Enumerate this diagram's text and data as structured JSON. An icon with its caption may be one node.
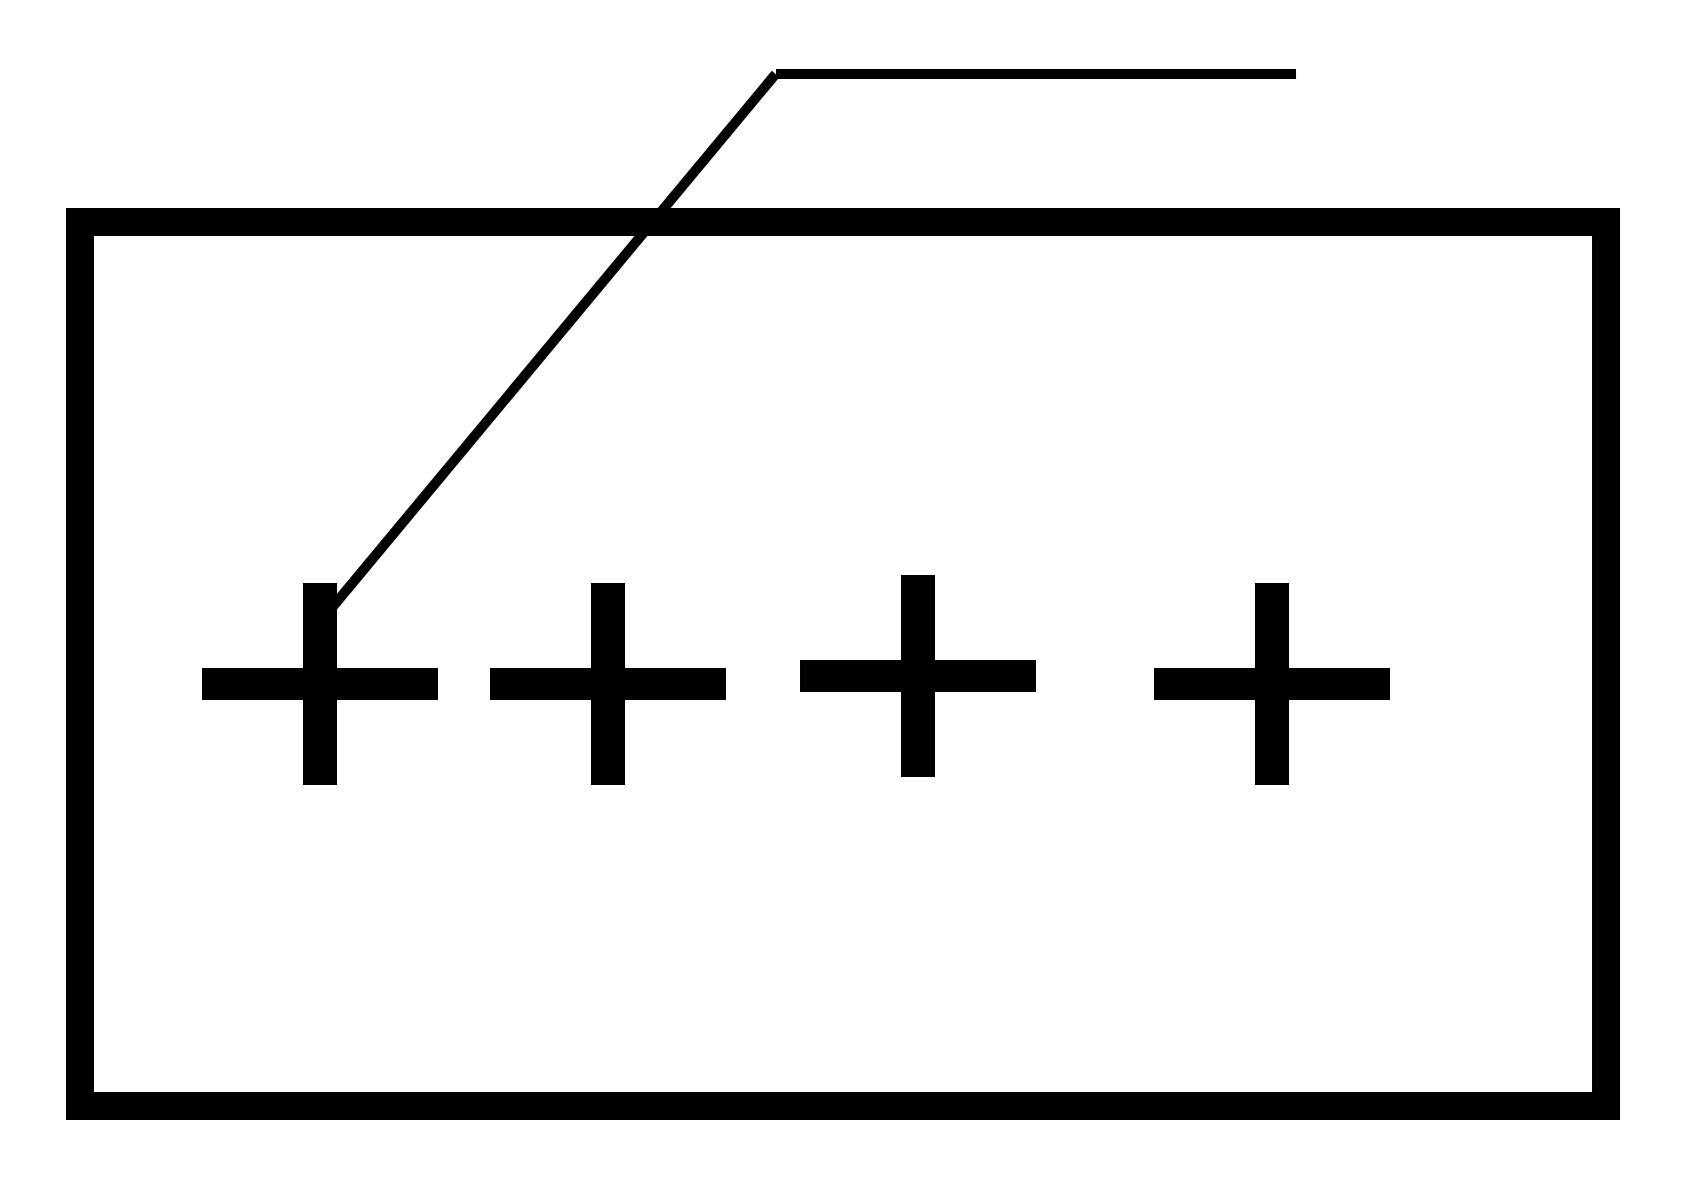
{
  "diagram": {
    "nodes": [
      {
        "text": [],
        "shape": "box"
      },
      {
        "text": [],
        "shape": "plus",
        "in": 0
      },
      {
        "text": [],
        "shape": "plus",
        "in": 0
      },
      {
        "text": [],
        "shape": "plus",
        "in": 0
      },
      {
        "text": [],
        "shape": "plus",
        "in": 0
      },
      {
        "text": [],
        "shape": "line"
      }
    ],
    "edges": [
      {
        "from": 5,
        "to": 1,
        "arrow": "none"
      }
    ]
  }
}
